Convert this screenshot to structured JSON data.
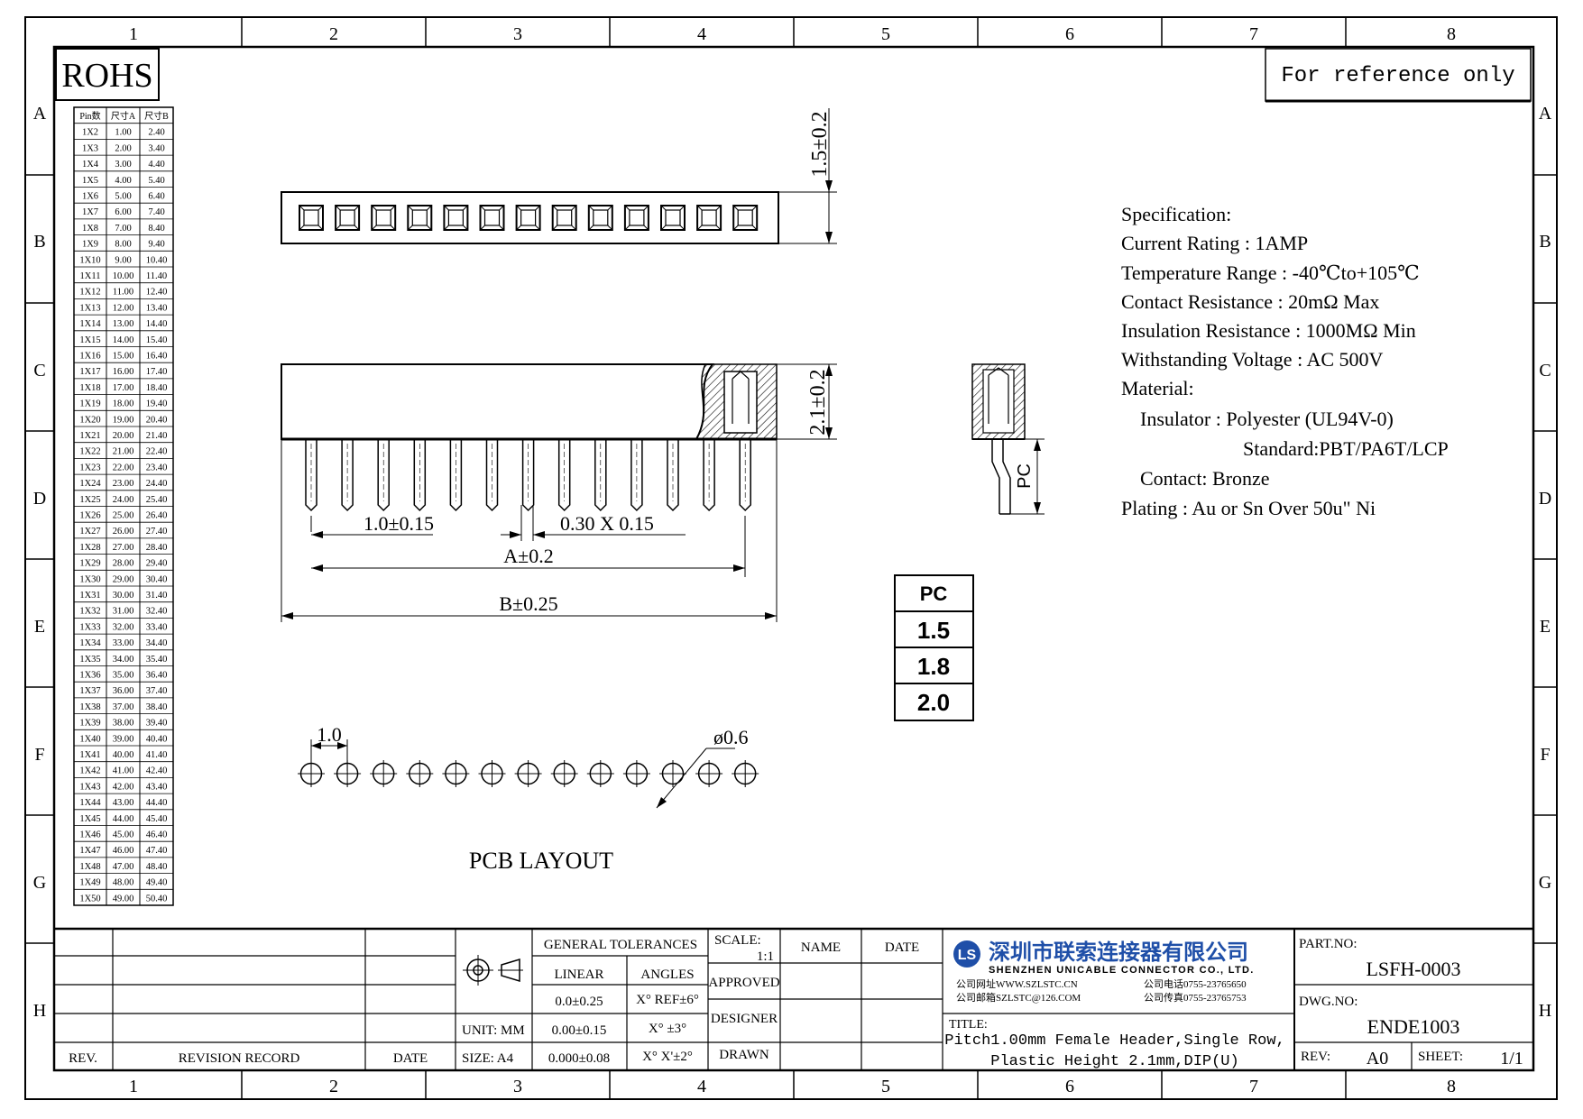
{
  "grid": {
    "columns": [
      "1",
      "2",
      "3",
      "4",
      "5",
      "6",
      "7",
      "8"
    ],
    "rows": [
      "A",
      "B",
      "C",
      "D",
      "E",
      "F",
      "G",
      "H"
    ]
  },
  "rohs_label": "ROHS",
  "reference_note": "For reference only",
  "pin_table": {
    "headers": [
      "Pin数",
      "尺寸A",
      "尺寸B"
    ],
    "rows": [
      [
        "1X2",
        "1.00",
        "2.40"
      ],
      [
        "1X3",
        "2.00",
        "3.40"
      ],
      [
        "1X4",
        "3.00",
        "4.40"
      ],
      [
        "1X5",
        "4.00",
        "5.40"
      ],
      [
        "1X6",
        "5.00",
        "6.40"
      ],
      [
        "1X7",
        "6.00",
        "7.40"
      ],
      [
        "1X8",
        "7.00",
        "8.40"
      ],
      [
        "1X9",
        "8.00",
        "9.40"
      ],
      [
        "1X10",
        "9.00",
        "10.40"
      ],
      [
        "1X11",
        "10.00",
        "11.40"
      ],
      [
        "1X12",
        "11.00",
        "12.40"
      ],
      [
        "1X13",
        "12.00",
        "13.40"
      ],
      [
        "1X14",
        "13.00",
        "14.40"
      ],
      [
        "1X15",
        "14.00",
        "15.40"
      ],
      [
        "1X16",
        "15.00",
        "16.40"
      ],
      [
        "1X17",
        "16.00",
        "17.40"
      ],
      [
        "1X18",
        "17.00",
        "18.40"
      ],
      [
        "1X19",
        "18.00",
        "19.40"
      ],
      [
        "1X20",
        "19.00",
        "20.40"
      ],
      [
        "1X21",
        "20.00",
        "21.40"
      ],
      [
        "1X22",
        "21.00",
        "22.40"
      ],
      [
        "1X23",
        "22.00",
        "23.40"
      ],
      [
        "1X24",
        "23.00",
        "24.40"
      ],
      [
        "1X25",
        "24.00",
        "25.40"
      ],
      [
        "1X26",
        "25.00",
        "26.40"
      ],
      [
        "1X27",
        "26.00",
        "27.40"
      ],
      [
        "1X28",
        "27.00",
        "28.40"
      ],
      [
        "1X29",
        "28.00",
        "29.40"
      ],
      [
        "1X30",
        "29.00",
        "30.40"
      ],
      [
        "1X31",
        "30.00",
        "31.40"
      ],
      [
        "1X32",
        "31.00",
        "32.40"
      ],
      [
        "1X33",
        "32.00",
        "33.40"
      ],
      [
        "1X34",
        "33.00",
        "34.40"
      ],
      [
        "1X35",
        "34.00",
        "35.40"
      ],
      [
        "1X36",
        "35.00",
        "36.40"
      ],
      [
        "1X37",
        "36.00",
        "37.40"
      ],
      [
        "1X38",
        "37.00",
        "38.40"
      ],
      [
        "1X39",
        "38.00",
        "39.40"
      ],
      [
        "1X40",
        "39.00",
        "40.40"
      ],
      [
        "1X41",
        "40.00",
        "41.40"
      ],
      [
        "1X42",
        "41.00",
        "42.40"
      ],
      [
        "1X43",
        "42.00",
        "43.40"
      ],
      [
        "1X44",
        "43.00",
        "44.40"
      ],
      [
        "1X45",
        "44.00",
        "45.40"
      ],
      [
        "1X46",
        "45.00",
        "46.40"
      ],
      [
        "1X47",
        "46.00",
        "47.40"
      ],
      [
        "1X48",
        "47.00",
        "48.40"
      ],
      [
        "1X49",
        "48.00",
        "49.40"
      ],
      [
        "1X50",
        "49.00",
        "50.40"
      ]
    ]
  },
  "dimensions": {
    "top_height": "1.5±0.2",
    "side_height": "2.1±0.2",
    "pitch": "1.0±0.15",
    "pin_section": "0.30 X 0.15",
    "dim_a": "A±0.2",
    "dim_b": "B±0.25",
    "pcb_pitch": "1.0",
    "hole_dia": "ø0.6",
    "pc_label": "PC"
  },
  "pcb_layout_label": "PCB LAYOUT",
  "pin_count_drawn": 13,
  "specification": {
    "title": "Specification:",
    "lines": [
      "Current Rating : 1AMP",
      "Temperature Range : -40℃to+105℃",
      "Contact Resistance : 20mΩ Max",
      "Insulation Resistance : 1000MΩ Min",
      "Withstanding Voltage : AC 500V",
      "Material:"
    ],
    "insulator": "Insulator : Polyester (UL94V-0)",
    "standard": "Standard:PBT/PA6T/LCP",
    "contact": "Contact: Bronze",
    "plating": "Plating : Au or Sn Over 50u\" Ni"
  },
  "pc_table": {
    "header": "PC",
    "values": [
      "1.5",
      "1.8",
      "2.0"
    ]
  },
  "title_block": {
    "rev_label": "REV.",
    "revision_record": "REVISION RECORD",
    "date_label": "DATE",
    "unit": "UNIT: MM",
    "size": "SIZE: A4",
    "general_tolerances": "GENERAL TOLERANCES",
    "linear": "LINEAR",
    "angles": "ANGLES",
    "linear_values": [
      "0.0±0.25",
      "0.00±0.15",
      "0.000±0.08"
    ],
    "angle_values": [
      "X° REF±6°",
      "X° ±3°",
      "X° X'±2°"
    ],
    "scale_label": "SCALE:",
    "scale_value": "1:1",
    "name_label": "NAME",
    "date_col": "DATE",
    "approved": "APPROVED",
    "designer": "DESIGNER",
    "drawn": "DRAWN",
    "company_cn": "深圳市联索连接器有限公司",
    "company_en": "SHENZHEN UNICABLE CONNECTOR CO., LTD.",
    "website": "公司网址WWW.SZLSTC.CN",
    "email": "公司邮箱SZLSTC@126.COM",
    "phone": "公司电话0755-23765650",
    "fax": "公司传真0755-23765753",
    "title_label": "TITLE:",
    "title_line1": "Pitch1.00mm Female Header,Single Row,",
    "title_line2": "Plastic Height 2.1mm,DIP(U)",
    "part_no_label": "PART.NO:",
    "part_no": "LSFH-0003",
    "dwg_no_label": "DWG.NO:",
    "dwg_no": "ENDE1003",
    "rev2_label": "REV:",
    "rev_value": "A0",
    "sheet_label": "SHEET:",
    "sheet_value": "1/1"
  },
  "colors": {
    "logo_blue": "#1f4fa8",
    "line": "#000000"
  }
}
